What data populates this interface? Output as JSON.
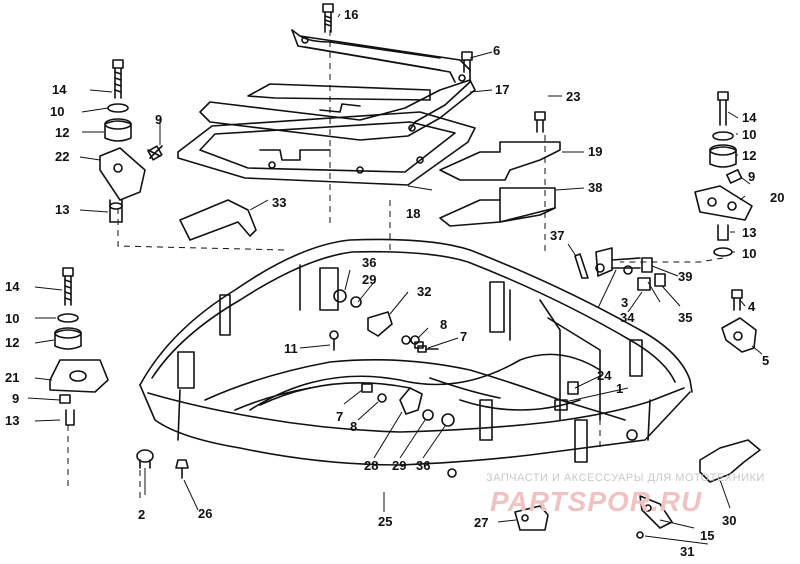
{
  "diagram": {
    "part_labels": [
      "1",
      "2",
      "3",
      "4",
      "5",
      "6",
      "7",
      "8",
      "9",
      "10",
      "11",
      "12",
      "13",
      "14",
      "15",
      "16",
      "17",
      "18",
      "19",
      "20",
      "21",
      "22",
      "23",
      "24",
      "25",
      "26",
      "27",
      "28",
      "29",
      "30",
      "31",
      "32",
      "33",
      "34",
      "35",
      "36",
      "37",
      "38",
      "39"
    ],
    "watermark": {
      "caption": "ЗАПЧАСТИ И АКСЕССУАРЫ ДЛЯ МОТОТЕХНИКИ",
      "logo": "PARTSPOR.RU"
    }
  }
}
